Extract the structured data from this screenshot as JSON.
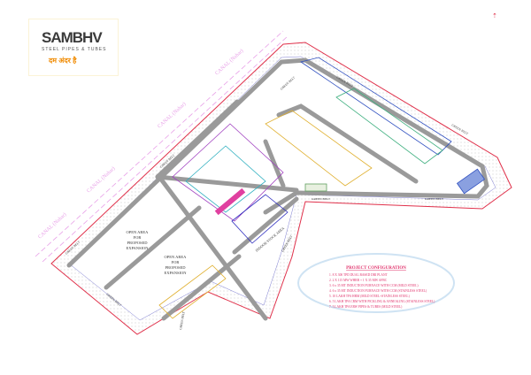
{
  "logo": {
    "brand": "SAMBHV",
    "subtitle": "STEEL PIPES & TUBES",
    "tagline": "दम अंदर है"
  },
  "canal_labels": [
    "CANAL (Nahar)",
    "CANAL (Nahar)",
    "CANAL (Nahar)",
    "CANAL (Nahar)"
  ],
  "green_belt": "GREEN BELT",
  "open_area_1": [
    "OPEN AREA",
    "FOR",
    "PROPOSED",
    "EXPANSION"
  ],
  "open_area_2": [
    "OPEN AREA",
    "FOR",
    "PROPOSED",
    "EXPANSION"
  ],
  "stock_area": "INDOOR STOCK AREA",
  "config": {
    "title": "PROJECT CONFIGURATION",
    "items": [
      "1.  8 X 300 TPD DUAL BASED DRI PLANT",
      "2.  2 X 115 MW WHRB + 1 X 35 MW AFBC",
      "3.  6 x 35 MT INDUCTION FURNACE WITH CCM (MILD STEEL)",
      "4.  6 x 35 MT INDUCTION FURNACE WITH CCM (STAINLESS STEEL)",
      "5.  10 LAKH TPA HRM (MILD STEEL+STAINLESS STEEL)",
      "6.  5 LAKH TPA CRM WITH PICKLING & ANNEALING (STAINLESS STEEL)",
      "7.  5 LAKH TPA ERW PIPES & TUBES (MILD STEEL)"
    ]
  },
  "colors": {
    "road": "#9a9a9a",
    "boundary": "#e0304a",
    "canal": "#e8a0e8",
    "text_config": "#e0306a"
  }
}
